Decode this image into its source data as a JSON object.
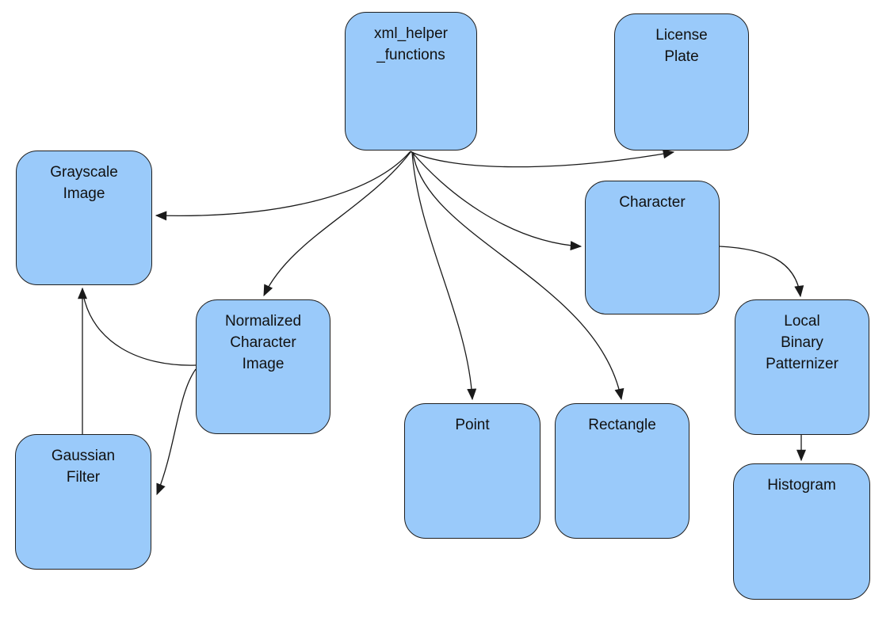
{
  "diagram": {
    "title": "xml_helper_functions class dependency diagram",
    "colors": {
      "background": "#ffffff",
      "node_fill": "#9ACAFA",
      "node_border": "#1f1f1f",
      "edge_stroke": "#1a1a1a",
      "text": "#111111"
    },
    "nodes": [
      {
        "id": "xml_helper_functions",
        "label": "xml_helper\n_functions"
      },
      {
        "id": "license_plate",
        "label": "License\nPlate"
      },
      {
        "id": "grayscale_image",
        "label": "Grayscale\nImage"
      },
      {
        "id": "character",
        "label": "Character"
      },
      {
        "id": "normalized_character_image",
        "label": "Normalized\nCharacter\nImage"
      },
      {
        "id": "local_binary_patternizer",
        "label": "Local\nBinary\nPatternizer"
      },
      {
        "id": "point",
        "label": "Point"
      },
      {
        "id": "rectangle",
        "label": "Rectangle"
      },
      {
        "id": "gaussian_filter",
        "label": "Gaussian\nFilter"
      },
      {
        "id": "histogram",
        "label": "Histogram"
      }
    ],
    "edges": [
      {
        "from": "xml_helper_functions",
        "to": "license_plate"
      },
      {
        "from": "xml_helper_functions",
        "to": "grayscale_image"
      },
      {
        "from": "xml_helper_functions",
        "to": "normalized_character_image"
      },
      {
        "from": "xml_helper_functions",
        "to": "point"
      },
      {
        "from": "xml_helper_functions",
        "to": "rectangle"
      },
      {
        "from": "xml_helper_functions",
        "to": "character"
      },
      {
        "from": "character",
        "to": "local_binary_patternizer"
      },
      {
        "from": "local_binary_patternizer",
        "to": "histogram"
      },
      {
        "from": "gaussian_filter",
        "to": "grayscale_image"
      },
      {
        "from": "normalized_character_image",
        "to": "grayscale_image"
      },
      {
        "from": "normalized_character_image",
        "to": "gaussian_filter"
      }
    ]
  }
}
